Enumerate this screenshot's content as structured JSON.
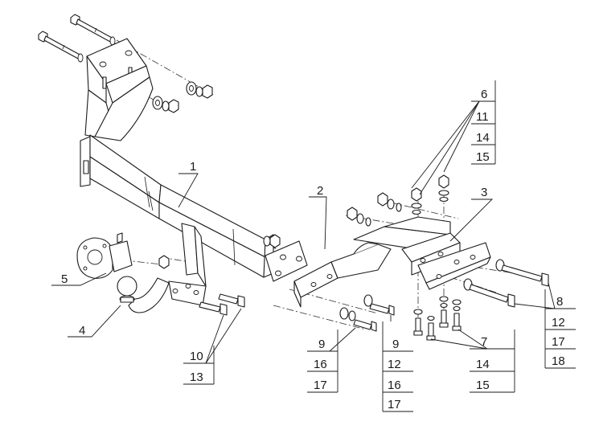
{
  "labels": {
    "l1": "1",
    "l2": "2",
    "l3": "3",
    "l4": "4",
    "l5": "5",
    "g6": [
      "6",
      "11",
      "14",
      "15"
    ],
    "g7": [
      "7",
      "14",
      "15"
    ],
    "g8": [
      "8",
      "12",
      "17",
      "18"
    ],
    "g9a": [
      "9",
      "16",
      "17"
    ],
    "g9b": [
      "9",
      "12",
      "16",
      "17"
    ],
    "g10": [
      "10",
      "13"
    ]
  },
  "colors": {
    "line": "#1a1a1a",
    "background": "#ffffff"
  }
}
